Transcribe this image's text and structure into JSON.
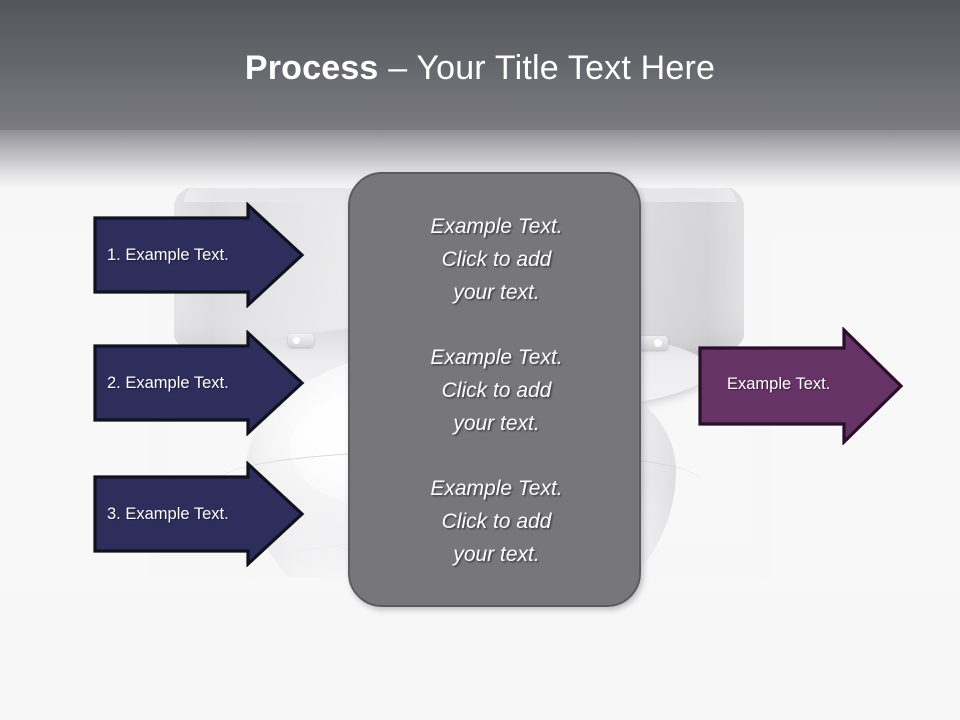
{
  "slide": {
    "title": {
      "strong": "Process",
      "rest": " – Your Title Text Here"
    },
    "background_image": "ceiling-dome-camera-photo",
    "colors": {
      "header_top": "#55555D",
      "header_bottom": "#7B7B81",
      "slide_background": "#F7F7F8",
      "input_arrow_fill": "#2E2E5C",
      "input_arrow_border": "#11111F",
      "output_arrow_fill": "#663366",
      "output_arrow_border": "#2A0E2A",
      "panel_fill": "#76767B",
      "panel_border": "#5B5B60",
      "text_light": "#FFFFFF"
    }
  },
  "input_arrows": [
    {
      "label": "1. Example Text."
    },
    {
      "label": "2. Example Text."
    },
    {
      "label": "3. Example Text."
    }
  ],
  "panel": {
    "blocks": [
      {
        "text": "Example Text.\nClick  to add\nyour text."
      },
      {
        "text": "Example Text.\nClick  to add\nyour text."
      },
      {
        "text": "Example Text.\nClick  to add\nyour text."
      }
    ]
  },
  "output_arrow": {
    "label": "Example Text."
  }
}
